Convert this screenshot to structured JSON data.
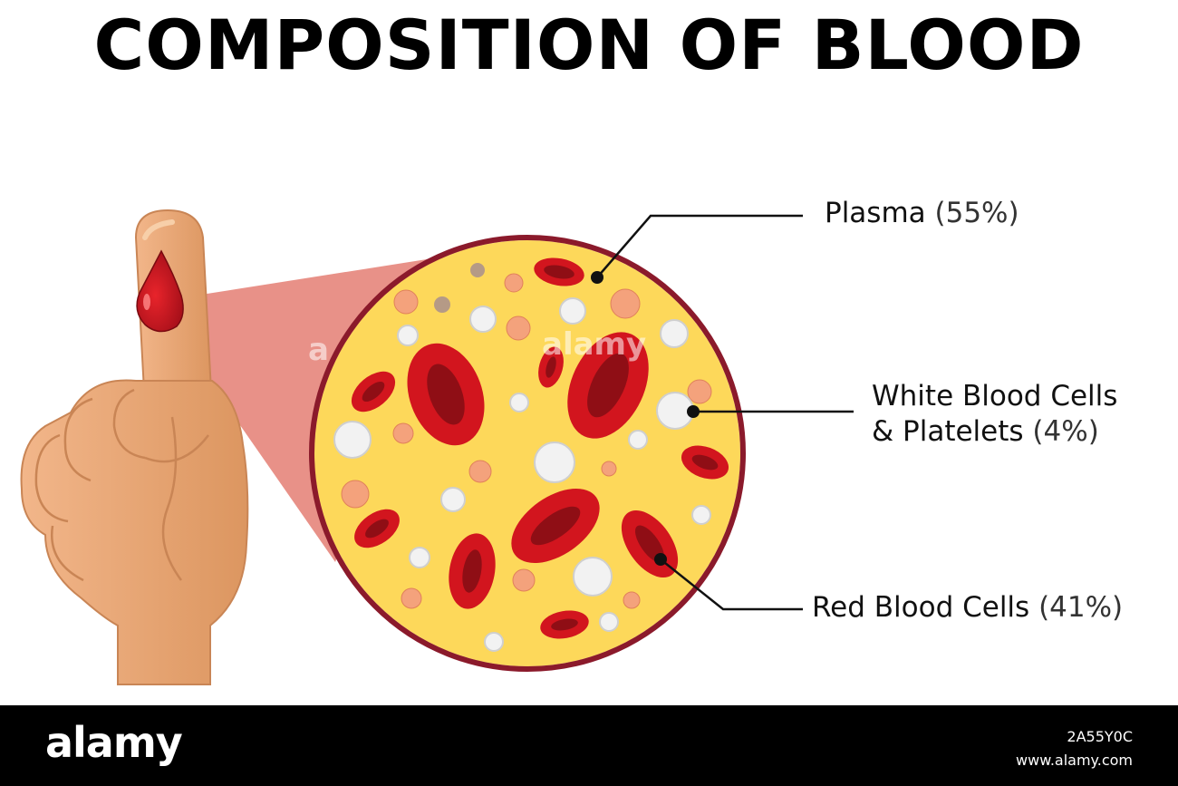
{
  "title": "COMPOSITION OF BLOOD",
  "labels": {
    "plasma": {
      "name": "Plasma",
      "percent": "(55%)"
    },
    "wbc": {
      "line1": "White Blood Cells",
      "line2_name": "& Platelets",
      "percent": "(4%)"
    },
    "rbc": {
      "name": "Red Blood Cells",
      "percent": "(41%)"
    }
  },
  "watermark": {
    "brand": "alamy",
    "image_id": "2A55Y0C",
    "url": "www.alamy.com",
    "overlay_1": "a",
    "overlay_2": "alamy"
  },
  "colors": {
    "plasma": "#fdd85a",
    "rim": "#8b1a2b",
    "red_cell": "#d2151e",
    "white_cell": "#f2f2f2",
    "platelet": "#f4a27c",
    "skin": "#e9a574",
    "magnifier_cone": "#e2766a"
  }
}
